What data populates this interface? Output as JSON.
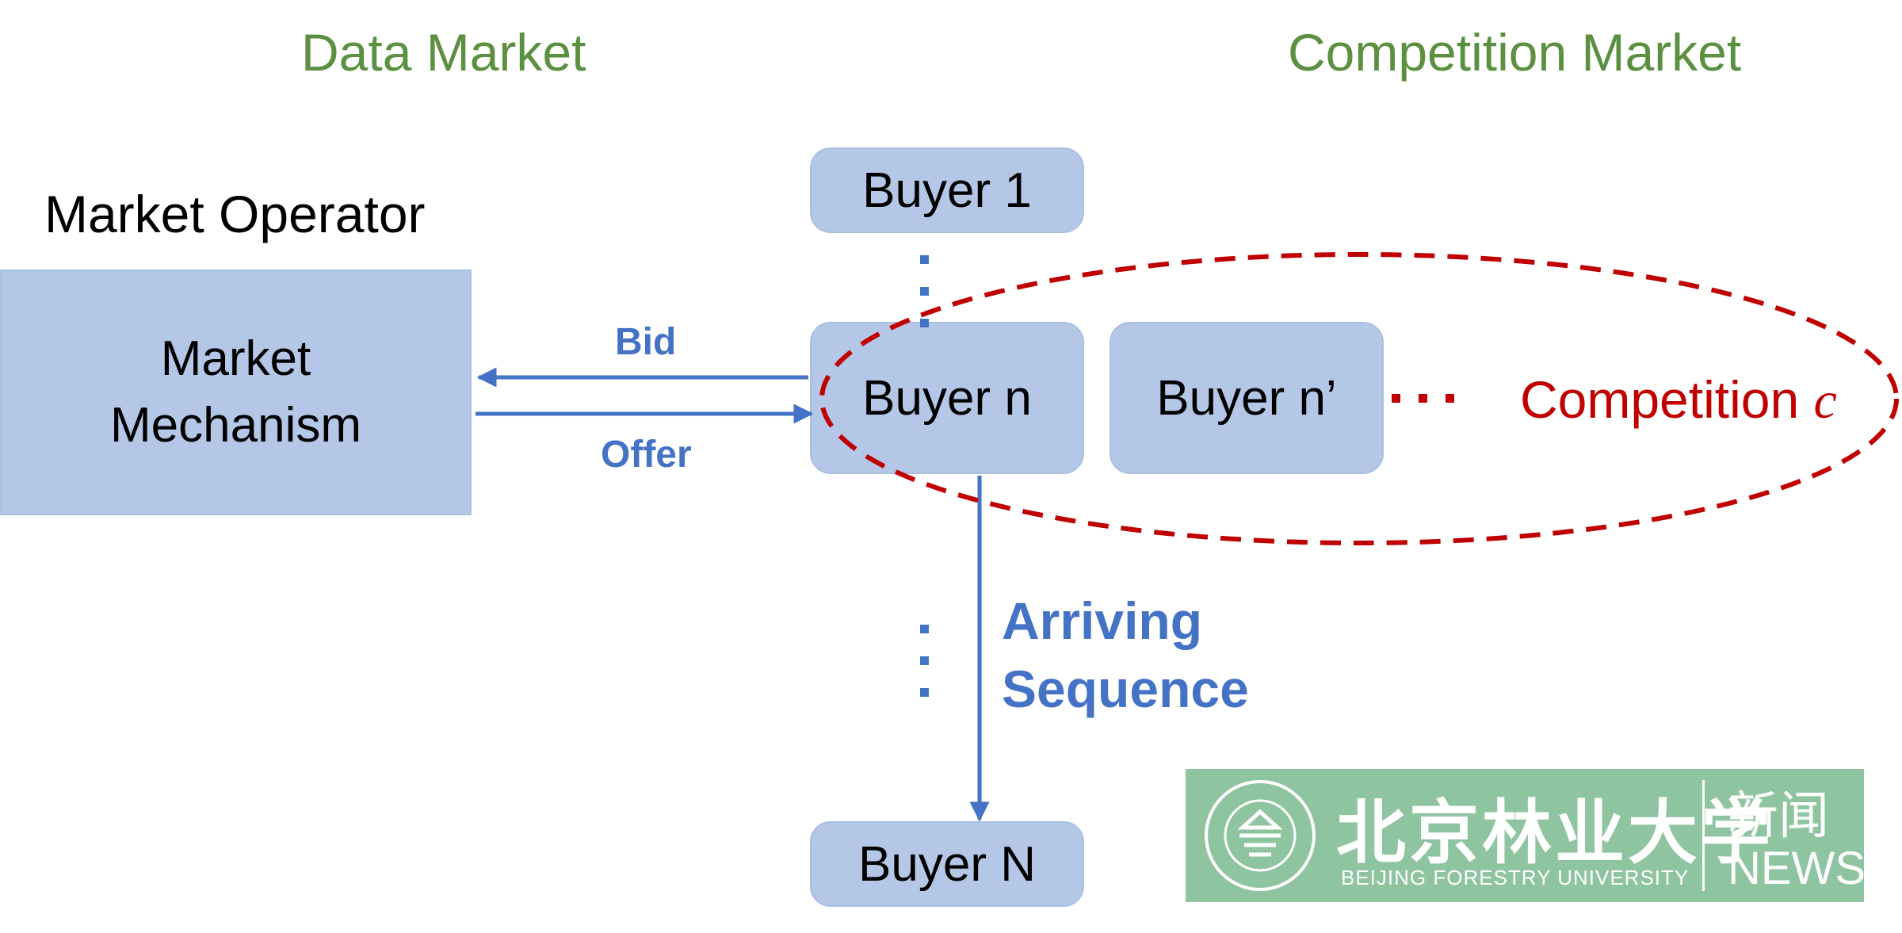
{
  "headings": {
    "left": "Data Market",
    "right": "Competition Market"
  },
  "operator": {
    "label": "Market Operator",
    "mechanism_line1": "Market",
    "mechanism_line2": "Mechanism"
  },
  "arrows": {
    "bid": "Bid",
    "offer": "Offer",
    "arriving_line1": "Arriving",
    "arriving_line2": "Sequence"
  },
  "buyers": {
    "first": "Buyer 1",
    "current": "Buyer n",
    "competitor": "Buyer n’",
    "last": "Buyer N"
  },
  "competition": {
    "label": "Competition",
    "symbol": "c"
  },
  "logo": {
    "chinese_name": "北京林业大学",
    "english_name": "BEIJING FORESTRY UNIVERSITY",
    "news_cn": "新闻",
    "news_en": "NEWS"
  },
  "colors": {
    "heading_green": "#5b9040",
    "box_fill": "#b4c7e7",
    "arrow_blue": "#4472c4",
    "competition_red": "#c00000",
    "logo_green": "#8fc4a1"
  }
}
